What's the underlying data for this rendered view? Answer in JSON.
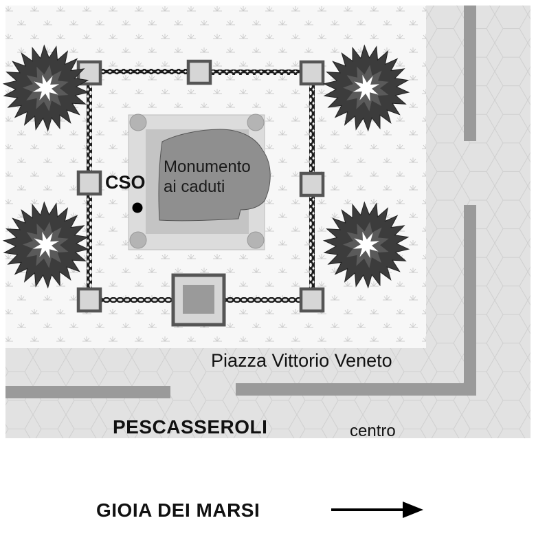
{
  "labels": {
    "monument_line1": "Monumento",
    "monument_line2": "ai caduti",
    "cso": "CSO",
    "piazza": "Piazza Vittorio Veneto",
    "pescasseroli": "PESCASSEROLI",
    "centro": "centro",
    "gioia": "GIOIA DEI MARSI"
  },
  "colors": {
    "lawn": "#f7f7f7",
    "lawn_tuft": "#c8c8c8",
    "pavement": "#e2e2e2",
    "pavement_hex": "#cfcfcf",
    "curb": "#9a9a9a",
    "plinth_outer": "#dcdcdc",
    "plinth_inner": "#c4c4c4",
    "monument": "#8f8f8f",
    "post_fill": "#d6d6d6",
    "post_border": "#555555",
    "chain": "#1a1a1a",
    "tree": "#3c3c3c",
    "tree_center": "#ffffff",
    "arrow": "#000000"
  },
  "icons": {
    "tree": "tree-icon",
    "post": "bollard-post",
    "chain": "chain-fence",
    "control_point": "control-point-dot",
    "direction": "arrow-right-icon"
  }
}
